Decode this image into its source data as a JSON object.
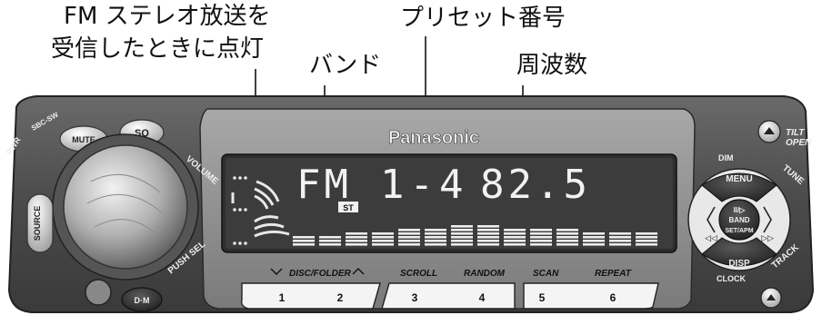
{
  "callouts": {
    "fm_stereo_line1": "FM ステレオ放送を",
    "fm_stereo_line2": "受信したときに点灯",
    "band": "バンド",
    "preset": "プリセット番号",
    "frequency": "周波数"
  },
  "panel": {
    "brand": "Panasonic",
    "display": {
      "band": "FM",
      "preset": "1-4",
      "frequency": "82.5",
      "stereo": "ST"
    },
    "left_buttons": {
      "pwr": "PWR",
      "sbc_sw": "SBC-SW",
      "mute": "MUTE",
      "sq": "SQ",
      "source": "SOURCE",
      "dm": "D·M",
      "volume": "VOLUME",
      "push_sel": "PUSH SEL"
    },
    "labels": {
      "disc_folder": "DISC/FOLDER",
      "scroll": "SCROLL",
      "random": "RANDOM",
      "scan": "SCAN",
      "repeat": "REPEAT"
    },
    "presets": [
      "1",
      "2",
      "3",
      "4",
      "5",
      "6"
    ],
    "right_buttons": {
      "tilt": "TILT",
      "open": "OPEN",
      "dim": "DIM",
      "menu": "MENU",
      "tune": "TUNE",
      "play_line1": "II/▷",
      "play_line2": "BAND",
      "play_line3": "SET/APM",
      "disp": "DISP",
      "clock": "CLOCK",
      "track": "TRACK"
    }
  }
}
